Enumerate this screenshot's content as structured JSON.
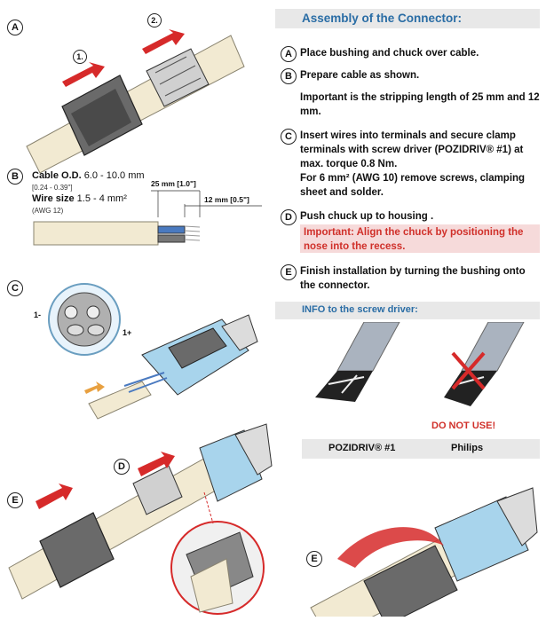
{
  "header": {
    "title": "Assembly of the Connector:"
  },
  "steps": [
    {
      "letter": "A",
      "text": "Place bushing and chuck over cable."
    },
    {
      "letter": "B",
      "text": "Prepare cable as shown."
    },
    {
      "note": "Important is the stripping length of 25 mm and 12 mm."
    },
    {
      "letter": "C",
      "text": "Insert wires into terminals and secure clamp terminals with screw driver (POZIDRIV® #1) at max. torque 0.8 Nm."
    },
    {
      "note": "For 6 mm² (AWG 10) remove screws, clamping sheet and solder."
    },
    {
      "letter": "D",
      "text": "Push chuck up to housing ."
    },
    {
      "warning": "Important:  Align the chuck by positioning the nose into the recess."
    },
    {
      "letter": "E",
      "text": "Finish installation by turning the bushing onto the connector."
    }
  ],
  "info": {
    "title": "INFO to the screw driver:",
    "do_not_use": "DO NOT USE!"
  },
  "drivers": {
    "left": "POZIDRIV® #1",
    "right": "Philips"
  },
  "section_b": {
    "letter": "B",
    "od_label": "Cable O.D.",
    "od_value": "6.0 - 10.0 mm",
    "od_inch": "[0.24 - 0.39\"]",
    "wire_label": "Wire size",
    "wire_value": "1.5 - 4 mm²",
    "wire_awg": "(AWG 12)",
    "dim1": "25 mm [1.0\"]",
    "dim2": "12 mm [0.5\"]"
  },
  "figure_labels": {
    "a": "A",
    "c": "C",
    "d": "D",
    "e": "E",
    "e2": "E",
    "step1": "1.",
    "step2": "2.",
    "minus": "1-",
    "plus": "1+"
  },
  "colors": {
    "accent_blue": "#2a6da5",
    "warning_red": "#d0302a",
    "arrow_red": "#d62a2a",
    "connector_blue": "#a8d4ec",
    "cable": "#f2ead2"
  }
}
